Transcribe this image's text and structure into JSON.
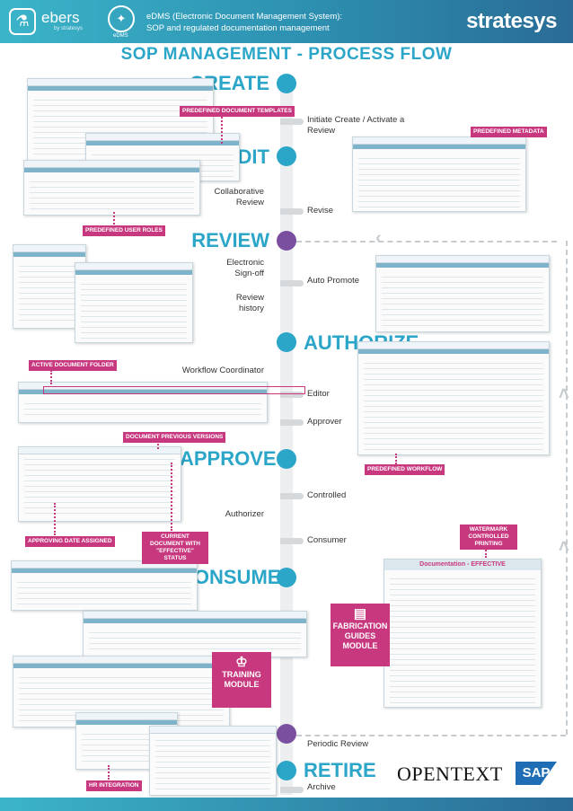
{
  "header": {
    "logo_text": "ebers",
    "logo_sub": "by stratesys",
    "edms_badge": "eDMS",
    "description_line1": "eDMS (Electronic Document Management System):",
    "description_line2": "SOP and regulated documentation management",
    "brand": "stratesys"
  },
  "title": "SOP MANAGEMENT - PROCESS FLOW",
  "stages": {
    "create": "CREATE",
    "edit": "EDIT",
    "review": "REVIEW",
    "authorize": "AUTHORIZE",
    "approve": "APPROVE",
    "consume": "CONSUME",
    "retire": "RETIRE"
  },
  "flow_labels": {
    "initiate": "Initiate Create / Activate a Review",
    "collaborative": "Collaborative Review",
    "revise": "Revise",
    "esign": "Electronic Sign-off",
    "auto_promote": "Auto Promote",
    "review_history": "Review history",
    "workflow_coordinator": "Workflow Coordinator",
    "editor": "Editor",
    "approver": "Approver",
    "controlled": "Controlled",
    "authorizer": "Authorizer",
    "consumer": "Consumer",
    "periodic_review": "Periodic Review",
    "archive": "Archive"
  },
  "callouts": {
    "predefined_templates": "PREDEFINED DOCUMENT TEMPLATES",
    "predefined_metadata": "PREDEFINED METADATA",
    "predefined_user_roles": "PREDEFINED USER ROLES",
    "active_document_folder": "ACTIVE DOCUMENT FOLDER",
    "document_previous_versions": "DOCUMENT PREVIOUS VERSIONS",
    "predefined_workflow": "PREDEFINED WORKFLOW",
    "approving_date": "APPROVING DATE ASSIGNED",
    "current_document": "CURRENT DOCUMENT WITH \"EFFECTIVE\" STATUS",
    "watermark": "WATERMARK CONTROLLED PRINTING",
    "hr_integration": "HR INTEGRATION"
  },
  "modules": {
    "fabrication": "FABRICATION GUIDES MODULE",
    "training": "TRAINING MODULE"
  },
  "partners": {
    "opentext": "OPENTEXT",
    "sap": "SAP"
  },
  "colors": {
    "accent": "#2ba5c8",
    "callout": "#c8387f",
    "track": "#eceeef",
    "bead_blue": "#2ba5c8",
    "bead_purple": "#7b4fa0"
  }
}
